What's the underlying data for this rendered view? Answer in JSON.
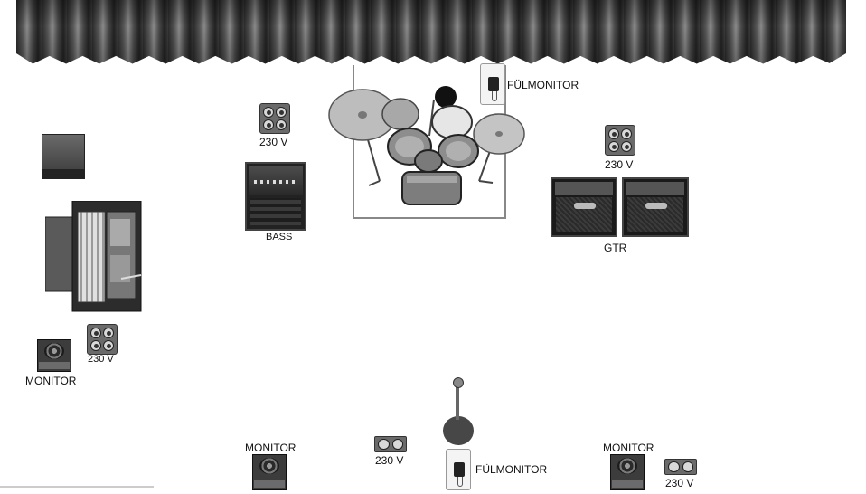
{
  "stage": {
    "labels": {
      "ear_monitor_top": "FÜLMONITOR",
      "ear_monitor_front": "FÜLMONITOR",
      "power_left_top": "230 V",
      "power_right_top": "230 V",
      "power_keys": "230 V",
      "power_front_center": "230 V",
      "power_front_right": "230 V",
      "bass": "BASS",
      "gtr": "GTR",
      "monitor_keys": "MONITOR",
      "monitor_front_left": "MONITOR",
      "monitor_front_right": "MONITOR"
    },
    "icons": {
      "curtain": "stage-curtain",
      "drums": "drum-kit",
      "bass_amp": "bass-amp",
      "guitar_amps": "marshall-amps",
      "keyboards": "organ-keyboard-rig",
      "leslie": "speaker-cube",
      "outlet": "power-outlet",
      "monitor": "monitor-wedge",
      "ear_monitor": "in-ear-monitor",
      "mic": "vocal-microphone"
    }
  }
}
